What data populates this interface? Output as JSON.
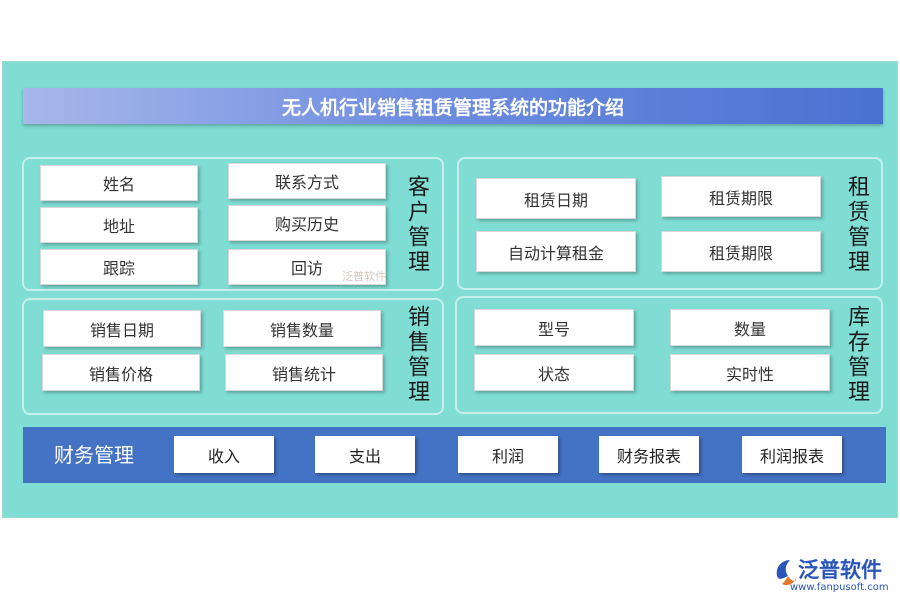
{
  "title": "无人机行业销售租赁管理系统的功能介绍",
  "customer": {
    "label": "客户管理",
    "items": [
      "姓名",
      "联系方式",
      "地址",
      "购买历史",
      "跟踪",
      "回访"
    ]
  },
  "rental": {
    "label": "租赁管理",
    "items": [
      "租赁日期",
      "租赁期限",
      "自动计算租金",
      "租赁期限"
    ]
  },
  "sales": {
    "label": "销售管理",
    "items": [
      "销售日期",
      "销售数量",
      "销售价格",
      "销售统计"
    ]
  },
  "inventory": {
    "label": "库存管理",
    "items": [
      "型号",
      "数量",
      "状态",
      "实时性"
    ]
  },
  "finance": {
    "label": "财务管理",
    "items": [
      "收入",
      "支出",
      "利润",
      "财务报表",
      "利润报表"
    ]
  },
  "watermark": "泛普软件",
  "logo": {
    "name": "泛普软件",
    "url": "www.fanpusoft.com"
  },
  "colors": {
    "panel": "#7fddd4",
    "finance_bar": "#4472c4",
    "logo": "#2a56b8"
  }
}
